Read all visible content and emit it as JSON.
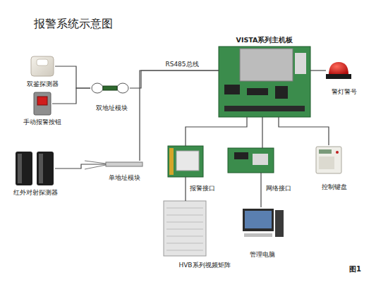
{
  "diagram": {
    "title": "报警系统示意图",
    "caption": "图1",
    "nodes": [
      {
        "text": [
          "双鉴探测器"
        ]
      },
      {
        "text": [
          "手动报警按钮"
        ]
      },
      {
        "text": [
          "双地址模块"
        ]
      },
      {
        "text": [
          "红外对射探测器"
        ]
      },
      {
        "text": [
          "单地址模块"
        ]
      },
      {
        "text": [
          "VISTA系列主机板"
        ]
      },
      {
        "text": [
          "警灯警号"
        ]
      },
      {
        "text": [
          "报警接口"
        ]
      },
      {
        "text": [
          "HVB系列视频矩阵"
        ]
      },
      {
        "text": [
          "网络接口"
        ]
      },
      {
        "text": [
          "管理电脑"
        ]
      },
      {
        "text": [
          "控制键盘"
        ]
      }
    ],
    "edges": [
      {
        "from": 0,
        "to": 2,
        "arrow": "none"
      },
      {
        "from": 1,
        "to": 2,
        "arrow": "none"
      },
      {
        "from": 2,
        "to": 5,
        "label": "RS485总线",
        "arrow": "none"
      },
      {
        "from": 4,
        "to": 5,
        "arrow": "none"
      },
      {
        "from": 3,
        "to": 4,
        "arrow": "none"
      },
      {
        "from": 5,
        "to": 6,
        "arrow": "none"
      },
      {
        "from": 5,
        "to": 7,
        "arrow": "none"
      },
      {
        "from": 5,
        "to": 9,
        "arrow": "none"
      },
      {
        "from": 5,
        "to": 11,
        "arrow": "none"
      },
      {
        "from": 7,
        "to": 8,
        "arrow": "none"
      },
      {
        "from": 9,
        "to": 10,
        "arrow": "none"
      }
    ]
  }
}
